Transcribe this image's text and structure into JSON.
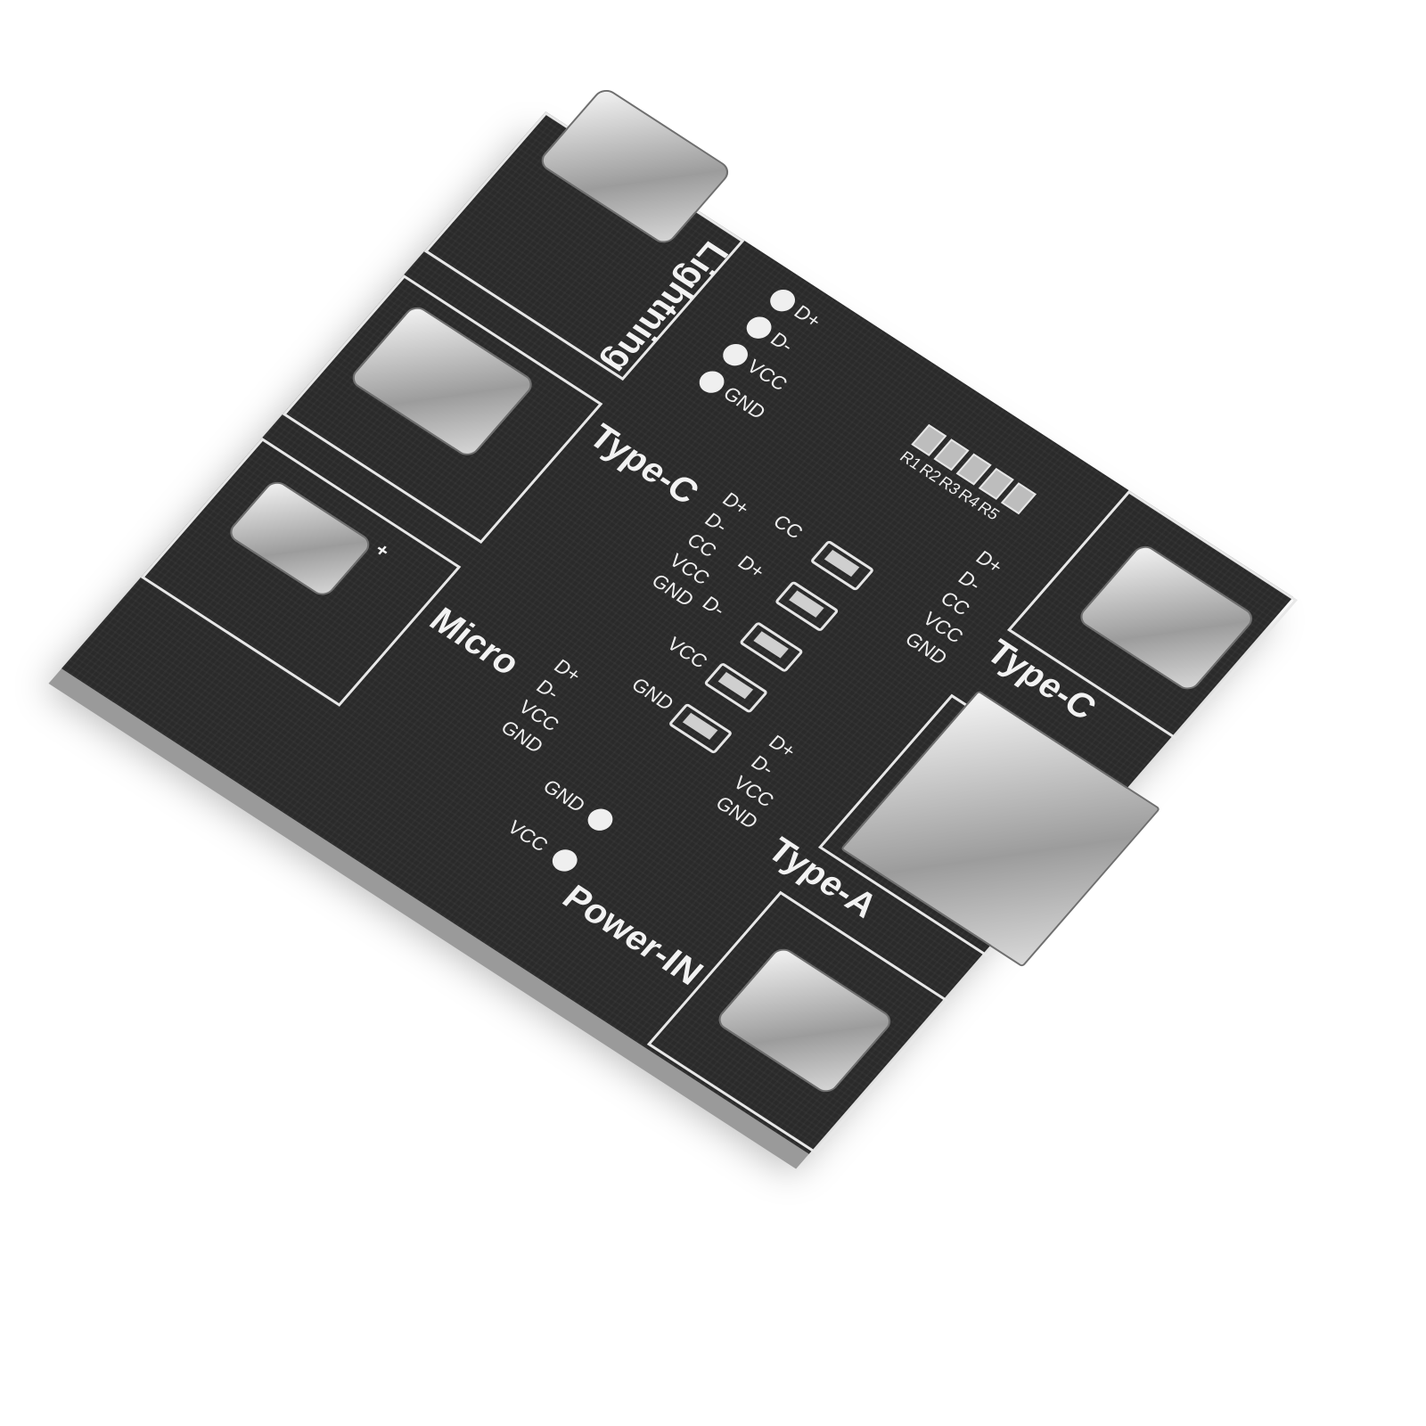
{
  "image": {
    "subject": "USB cable tester PCB with multiple connector sockets",
    "background_color": "#ffffff",
    "board_color": "#2a2a2a",
    "silkscreen_color": "#f2f2f2",
    "metal_color": "#c4c4c4"
  },
  "sections": [
    {
      "id": "lightning",
      "label": "Lightning",
      "connector": "Lightning socket",
      "pins": [
        "D+",
        "D-",
        "VCC",
        "GND"
      ]
    },
    {
      "id": "type-c-left",
      "label": "Type-C",
      "connector": "USB Type-C socket",
      "pins": [
        "D+",
        "D-",
        "CC",
        "VCC",
        "GND"
      ]
    },
    {
      "id": "micro",
      "label": "Micro",
      "connector": "Micro-USB socket",
      "pins": [
        "D+",
        "D-",
        "VCC",
        "GND"
      ]
    },
    {
      "id": "type-c-right",
      "label": "Type-C",
      "connector": "USB Type-C socket",
      "pins": [
        "D+",
        "D-",
        "CC",
        "VCC",
        "GND"
      ]
    },
    {
      "id": "type-a",
      "label": "Type-A",
      "connector": "USB Type-A female socket",
      "pins": [
        "D+",
        "D-",
        "VCC",
        "GND"
      ]
    },
    {
      "id": "power-in",
      "label": "Power-IN",
      "connector": "USB Type-C socket",
      "pins": [
        "GND",
        "VCC"
      ]
    }
  ],
  "indicator_leds": [
    "CC",
    "D+",
    "D-",
    "VCC",
    "GND"
  ],
  "resistors": [
    "R1",
    "R2",
    "R3",
    "R4",
    "R5"
  ],
  "connector_plus_mark": "+"
}
